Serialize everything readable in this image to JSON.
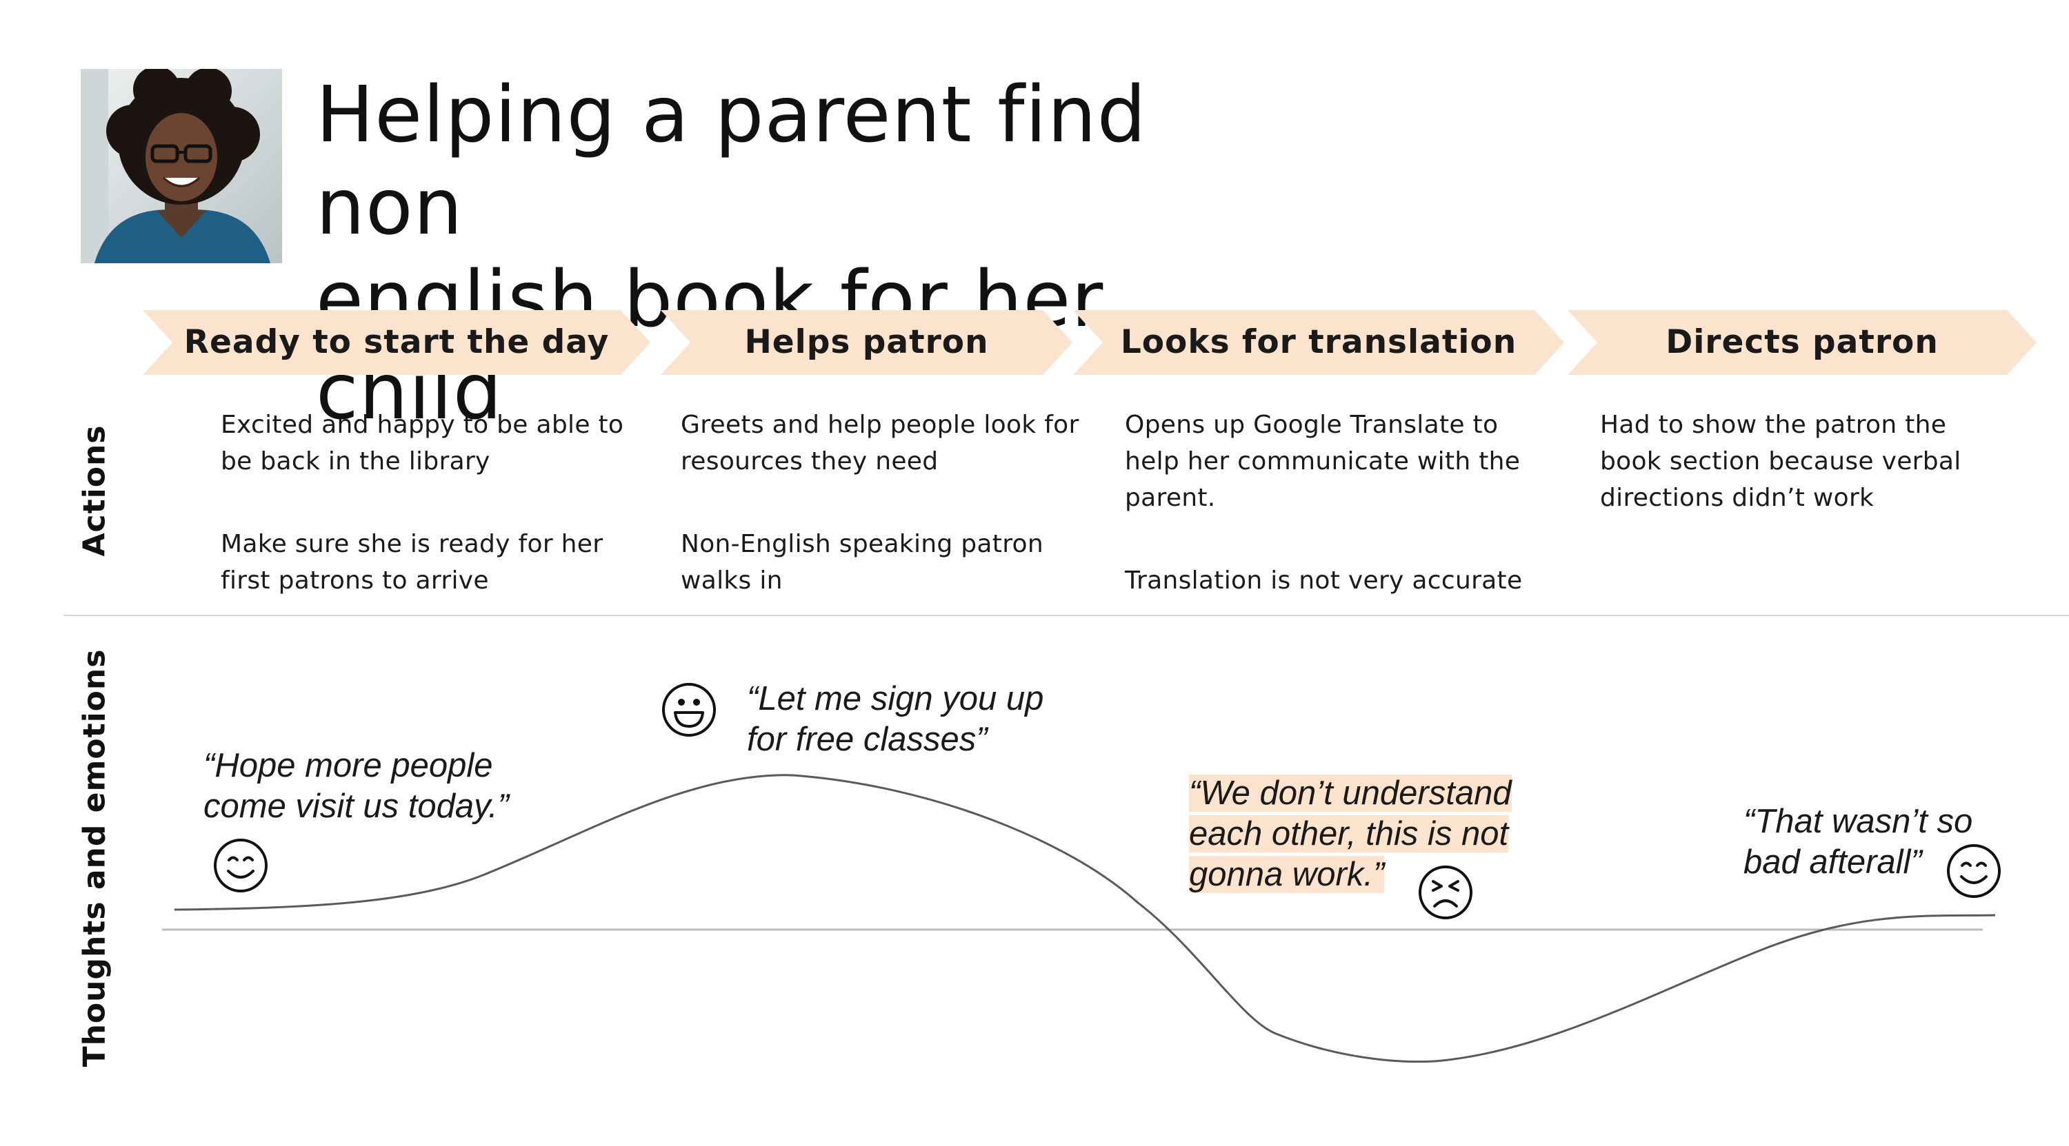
{
  "title": "Helping a parent find non\nenglish book for her child",
  "avatar": {
    "description_icon": "persona-photo"
  },
  "colors": {
    "chevron_fill": "#fbe3cd",
    "quote_highlight": "#fbe3cd",
    "curve": "#5a5a5a",
    "baseline": "#bdbdbd",
    "divider": "#d8d8d8"
  },
  "row_labels": {
    "actions": "Actions",
    "thoughts": "Thoughts and emotions"
  },
  "stages": [
    {
      "label": "Ready to start the day",
      "actions": [
        "Excited and happy to be able to be back in the library",
        "Make sure she is ready for her first patrons to arrive"
      ],
      "quote": "“Hope more people\ncome visit us today.”",
      "emotion_icon": "smiling-face-icon"
    },
    {
      "label": "Helps patron",
      "actions": [
        "Greets and help people look for resources they need",
        "Non-English speaking patron walks in"
      ],
      "quote": "“Let me sign you up\nfor free classes”",
      "emotion_icon": "grinning-face-icon"
    },
    {
      "label": "Looks for translation",
      "actions": [
        "Opens up Google Translate to help her communicate with the parent.",
        "Translation is not very accurate"
      ],
      "quote_lines": [
        "“We don’t understand",
        "each other, this is not",
        "gonna work.”"
      ],
      "emotion_icon": "frustrated-face-icon"
    },
    {
      "label": "Directs patron",
      "actions": [
        "Had to show the patron the book section because verbal directions didn’t work"
      ],
      "quote": "“That wasn’t so\nbad afterall”",
      "emotion_icon": "smiling-face-icon"
    }
  ]
}
